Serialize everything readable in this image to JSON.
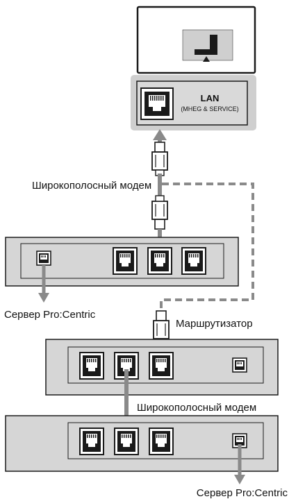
{
  "lan_panel": {
    "title": "LAN",
    "subtitle": "(MHEG & SERVICE)"
  },
  "labels": {
    "broadband_modem_1": "Широкополосный модем",
    "server_1": "Сервер Pro:Centric",
    "router": "Маршрутизатор",
    "broadband_modem_2": "Широкополосный модем",
    "server_2": "Сервер Pro:Centric"
  },
  "colors": {
    "panel_fill": "#d6d6d6",
    "panel_outer": "#cfcfcf",
    "line": "#808080",
    "cable": "#8a8a8a",
    "stroke": "#1a1a1a"
  },
  "icons": {
    "tv": "tv-icon",
    "lan_port": "lan-port-icon",
    "plug": "ethernet-plug-icon",
    "jack": "ethernet-jack-icon",
    "arrow": "arrow-icon"
  }
}
